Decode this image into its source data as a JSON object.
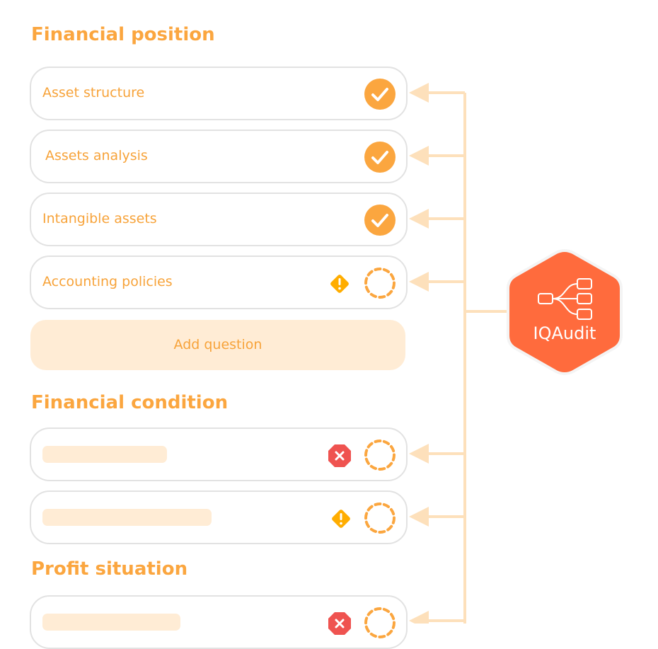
{
  "sections": [
    {
      "title": "Financial position",
      "items": [
        {
          "label": "Asset structure",
          "status": "check-icon"
        },
        {
          "label": "Assets analysis",
          "status": "check-icon"
        },
        {
          "label": "Intangible assets",
          "status": "check-icon"
        },
        {
          "label": "Accounting policies",
          "status": "pending-icon",
          "flag": "warning-icon"
        }
      ],
      "add_label": "Add question"
    },
    {
      "title": "Financial condition"
    },
    {
      "title": "Profit situation"
    }
  ],
  "hub": {
    "label": "IQAudit",
    "icon": "tree-icon"
  },
  "colors": {
    "accent": "#fba63f",
    "hub": "#ff6b3d",
    "connector": "#fde0bb",
    "error": "#ef5350",
    "warning": "#ffad00"
  }
}
